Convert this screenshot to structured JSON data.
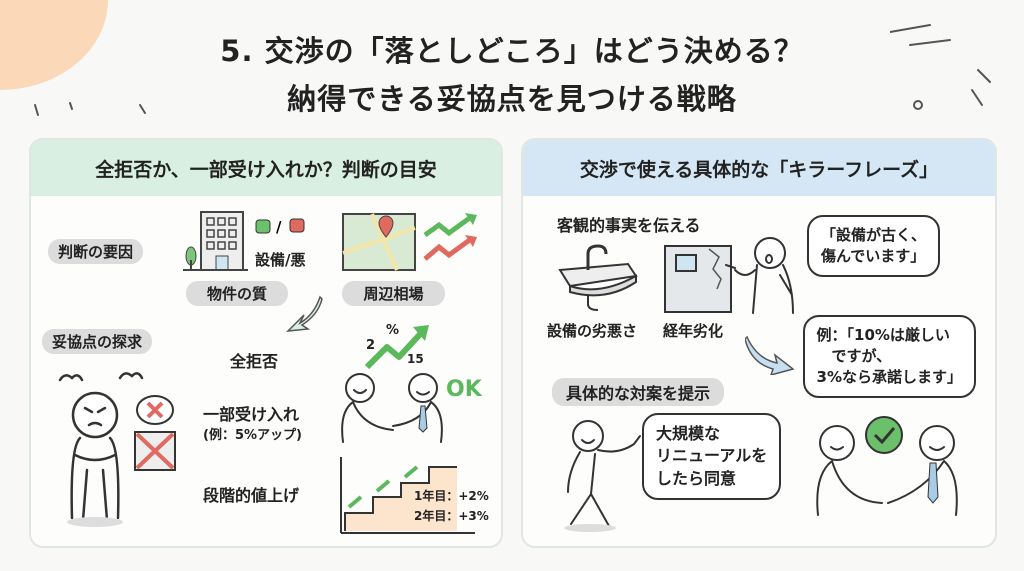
{
  "title": {
    "line1": "5. 交渉の「落としどころ」はどう決める？",
    "line2": "納得できる妥協点を見つける戦略"
  },
  "left": {
    "header": "全拒否か、一部受け入れか？判断の目安",
    "factors_label": "判断の要因",
    "quality_note": "設備/悪",
    "quality_label": "物件の質",
    "market_label": "周辺相場",
    "compromise_label": "妥協点の探求",
    "reject": "全拒否",
    "partial": "一部受け入れ",
    "partial_example": "(例：5%アップ)",
    "trend_nums": [
      "2",
      "%",
      "15"
    ],
    "ok": "OK",
    "stepwise": "段階的値上げ",
    "steps": [
      "1年目：+2%",
      "2年目：+3%"
    ]
  },
  "right": {
    "header": "交渉で使える具体的な「キラーフレーズ」",
    "facts_label": "客観的事実を伝える",
    "equipment_label": "設備の劣悪さ",
    "aging_label": "経年劣化",
    "bubble1": [
      "「設備が古く、",
      "傷んでいます」"
    ],
    "bubble2": [
      "例：「10%は厳しい",
      "　ですが、",
      "3%なら承諾します」"
    ],
    "counter_label": "具体的な対案を提示",
    "bubble3": [
      "大規模な",
      "リニューアルを",
      "したら同意"
    ]
  },
  "colors": {
    "left_header": "#d8efe1",
    "right_header": "#d5e7f4",
    "green": "#5cb85c",
    "red": "#e06a5f",
    "blob": "#fbd9b8"
  }
}
